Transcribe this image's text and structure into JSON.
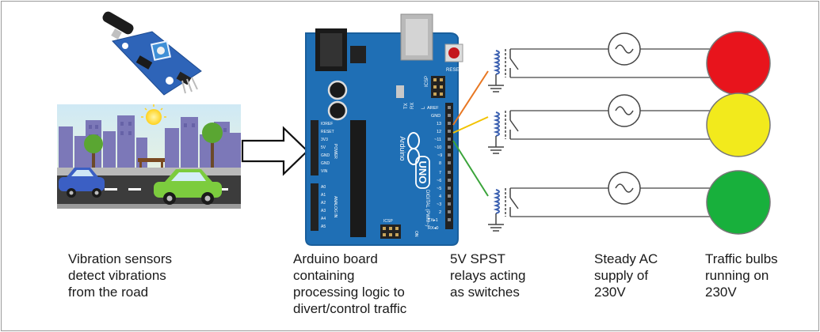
{
  "captions": {
    "sensors": "Vibration sensors\ndetect vibrations\nfrom the road",
    "arduino": "Arduino board\ncontaining\nprocessing logic to\ndivert/control traffic",
    "relays": "5V SPST\nrelays acting\nas switches",
    "supply": "Steady AC\nsupply of\n230V",
    "bulbs": "Traffic bulbs\nrunning on\n230V"
  },
  "board": {
    "name": "UNO",
    "brand": "Arduino",
    "reset": "RESET",
    "icsp": "ICSP",
    "icsp2": "ICSP",
    "tx": "TX",
    "rx": "RX",
    "l": "L",
    "on": "ON",
    "aref": "AREF",
    "gnd": "GND",
    "pin13": "13",
    "pin12": "12",
    "pin11": "~11",
    "pin10": "~10",
    "pin9": "~9",
    "pin8": "8",
    "digital": "DIGITAL (PWM~)",
    "pin7": "7",
    "pin6": "~6",
    "pin5": "~5",
    "pin4": "4",
    "pin3": "~3",
    "pin2": "2",
    "tx1": "TX▸1",
    "rx0": "RX◂0",
    "ioref": "IOREF",
    "reset2": "RESET",
    "v33": "3V3",
    "v5": "5V",
    "gnd1": "GND",
    "gnd2": "GND",
    "vin": "VIN",
    "power": "POWER",
    "a0": "A0",
    "a1": "A1",
    "a2": "A2",
    "a3": "A3",
    "a4": "A4",
    "a5": "A5",
    "analog": "ANALOG IN"
  },
  "colors": {
    "board": "#1f6fb5",
    "board_edge": "#1a5f9c",
    "wire_orange": "#e87722",
    "wire_yellow": "#f2c200",
    "wire_green": "#3aa43a",
    "bulb_red": "#e8141c",
    "bulb_yellow": "#f2ea1c",
    "bulb_green": "#18b03c",
    "coil": "#3a5fb0",
    "line": "#444444"
  },
  "lights": [
    {
      "state": "red"
    },
    {
      "state": "yellow"
    },
    {
      "state": "green"
    }
  ]
}
